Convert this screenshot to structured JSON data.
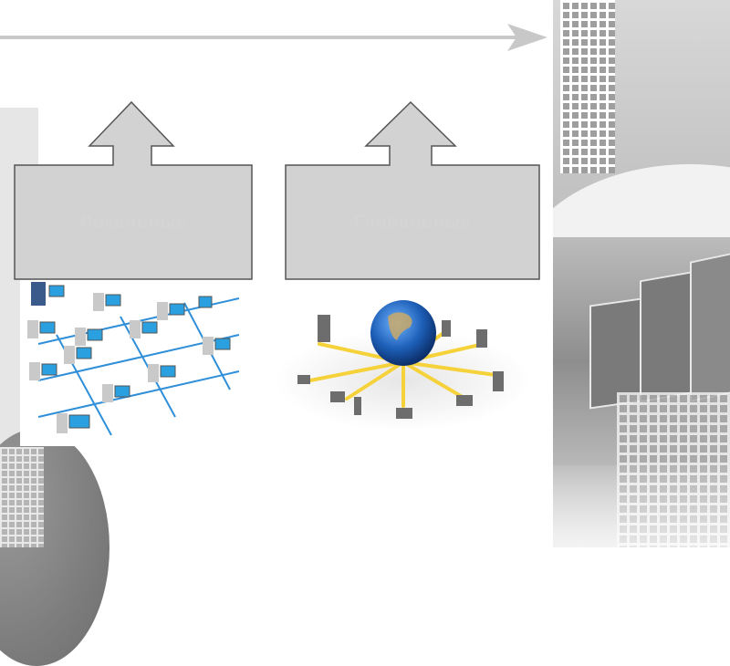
{
  "boxes": {
    "left": {
      "label": "Локальные"
    },
    "right": {
      "label": "Глобальные"
    }
  },
  "images": {
    "left": {
      "icon": "local-network-illustration"
    },
    "right": {
      "icon": "global-network-illustration"
    }
  },
  "colors": {
    "box_fill": "#d2d2d2",
    "box_stroke": "#555555",
    "arrow": "#c8c8c8",
    "label": "#d4d4d4"
  }
}
